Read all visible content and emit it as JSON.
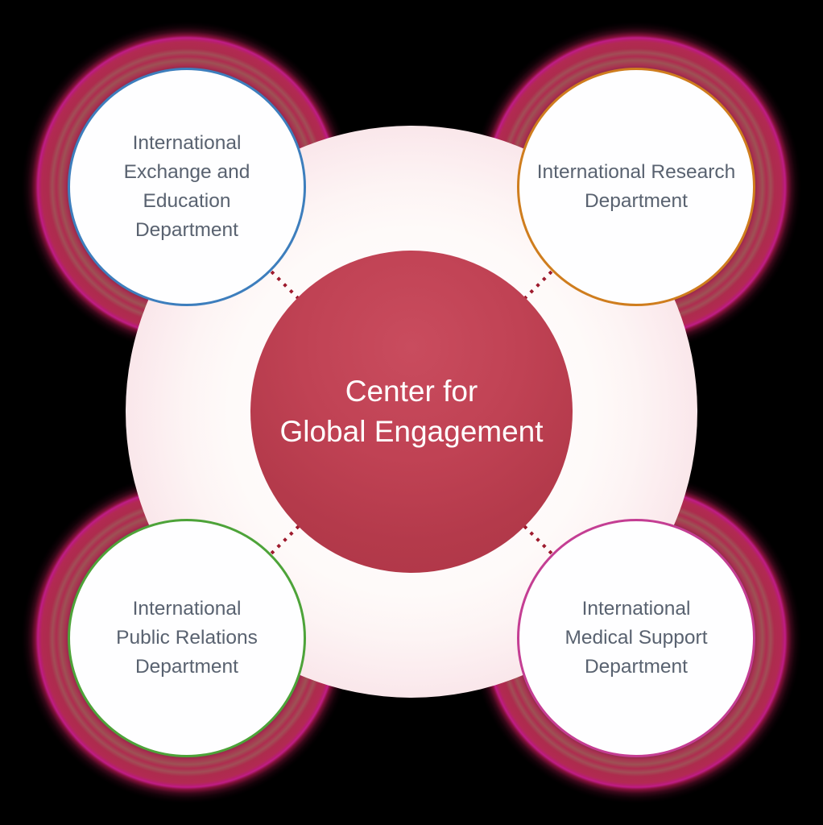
{
  "diagram": {
    "center": {
      "label": "Center for\nGlobal Engagement",
      "fill_color": "#b83d4f",
      "text_color": "#ffffff"
    },
    "departments": [
      {
        "label": "International\nExchange and\nEducation\nDepartment",
        "border_color": "#3d7ebd",
        "position": "top-left"
      },
      {
        "label": "International Research\nDepartment",
        "border_color": "#cf7d1e",
        "position": "top-right"
      },
      {
        "label": "International\nPublic Relations\nDepartment",
        "border_color": "#4da339",
        "position": "bottom-left"
      },
      {
        "label": "International\nMedical Support\nDepartment",
        "border_color": "#c43e93",
        "position": "bottom-right"
      }
    ],
    "colors": {
      "background": "#000000",
      "inner_disc": "#f8dfe4",
      "glow_ring": "#ab2b4d",
      "glow_accent": "#c01d86",
      "connector_dots": "#9e1b2e",
      "label_text": "#596270"
    }
  }
}
